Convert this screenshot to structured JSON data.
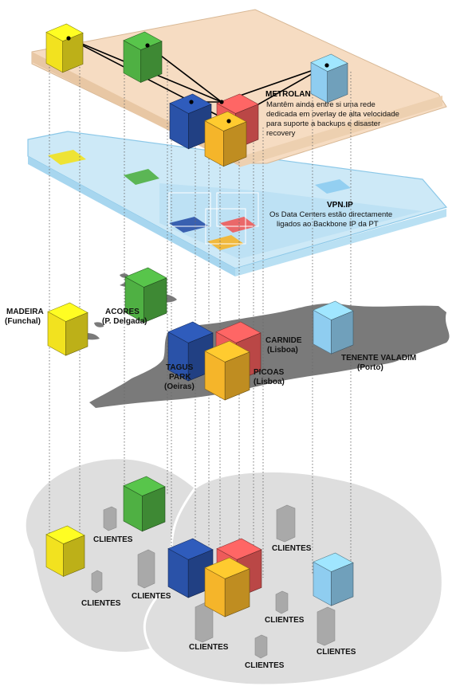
{
  "layers": {
    "metrolan": {
      "title": "METROLAN",
      "description": [
        "Mantêm ainda entre si uma rede",
        "dedicada em overlay de alta velocidade",
        "para suporte a backups e disaster",
        "recovery"
      ]
    },
    "vpnip": {
      "title": "VPN.IP",
      "description": [
        "Os Data Centers estão directamente",
        "ligados ao Backbone IP da PT"
      ]
    }
  },
  "datacenters": {
    "madeira": {
      "name": "MADEIRA",
      "location": "(Funchal)",
      "color": "#f2e21f"
    },
    "acores": {
      "name": "ACORES",
      "location": "(P. Delgada)",
      "color": "#4fb043"
    },
    "carnide": {
      "name": "CARNIDE",
      "location": "(Lisboa)",
      "color": "#ee5b5a"
    },
    "tagus": {
      "name": "TAGUS",
      "name2": "PARK",
      "location": "(Oeiras)",
      "color": "#2a52a8"
    },
    "picoas": {
      "name": "PICOAS",
      "location": "(Lisboa)",
      "color": "#f5b52a"
    },
    "tenente": {
      "name": "TENENTE VALADIM",
      "location": "(Porto)",
      "color": "#8fcdf0"
    }
  },
  "clients_label": "CLIENTES"
}
